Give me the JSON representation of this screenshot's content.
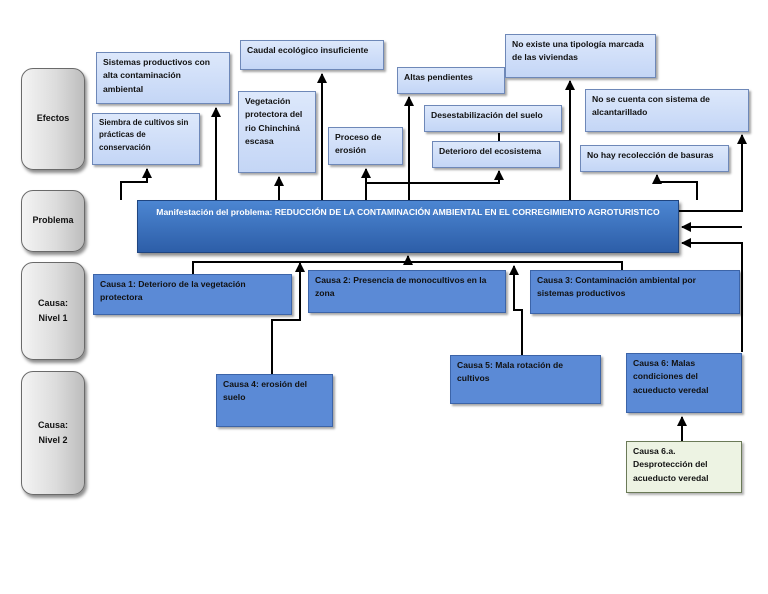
{
  "lanes": {
    "efectos": "Efectos",
    "problema": "Problema",
    "causa1": "Causa:\nNivel 1",
    "causa2": "Causa:\nNivel 2"
  },
  "problem": "Manifestación del problema:  REDUCCIÓN DE LA CONTAMINACIÓN AMBIENTAL EN EL CORREGIMIENTO AGROTURISTICO",
  "effects": {
    "sistemas": "Sistemas productivos con alta contaminación ambiental",
    "siembra": "Siembra de cultivos sin prácticas de conservación",
    "caudal": "Caudal ecológico insuficiente",
    "vegetacion": "Vegetación protectora del rio Chinchiná escasa",
    "altas": "Altas pendientes",
    "proceso": "Proceso de erosión",
    "tipologia": "No existe una tipología marcada de las viviendas",
    "desestabilizacion": "Desestabilización del suelo",
    "deterioro_eco": "Deterioro del ecosistema",
    "alcantarillado": "No se cuenta con sistema de alcantarillado",
    "basuras": "No hay recolección de basuras"
  },
  "causes": {
    "c1": "Causa 1: Deterioro de la vegetación protectora",
    "c2": "Causa 2: Presencia de monocultivos en la zona",
    "c3": "Causa 3: Contaminación ambiental por sistemas productivos",
    "c4": "Causa 4: erosión del suelo",
    "c5": "Causa 5: Mala rotación de cultivos",
    "c6": "Causa 6: Malas condiciones del acueducto veredal",
    "c6a": "Causa 6.a. Desprotección del acueducto veredal"
  },
  "colors": {
    "light_box": "#c9daf8",
    "mid_box": "#5b8ad6",
    "problem_box": "#2f64b1",
    "green_box": "#edf3e3",
    "connector": "#000000"
  }
}
